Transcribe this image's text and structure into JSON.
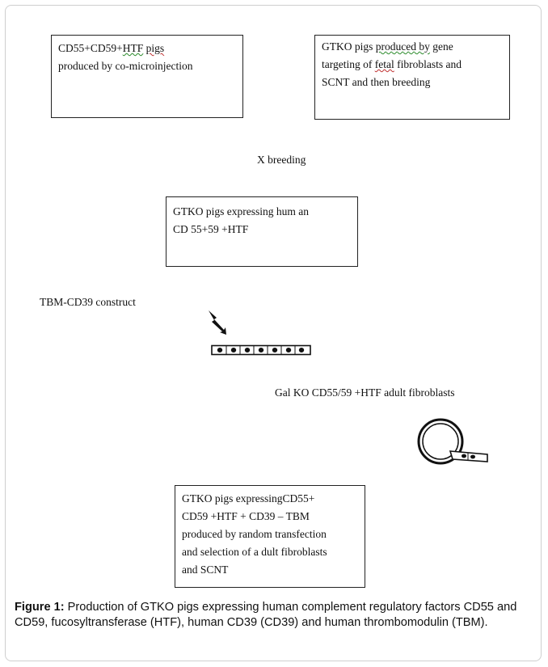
{
  "box1": {
    "line1_pre": "CD55+CD59+",
    "line1_htf": "HTF",
    "line1_pigs": "pigs",
    "line2": "produced by co-microinjection"
  },
  "box2": {
    "line1_pre": "GTKO pigs ",
    "line1_link": "produced by",
    "line1_post": " gene",
    "line2_pre": "targeting of ",
    "line2_fetal": "fetal",
    "line2_post": " fibroblasts and",
    "line3": "SCNT and then breeding"
  },
  "x_breeding": "X breeding",
  "box3": {
    "line1": "GTKO pigs expressing hum an",
    "line2": "CD 55+59 +HTF"
  },
  "construct_label": "TBM-CD39 construct",
  "fibroblasts_label": "Gal KO CD55/59 +HTF adult fibroblasts",
  "box4": {
    "line1": "GTKO pigs expressingCD55+",
    "line2": "CD59 +HTF + CD39 – TBM",
    "line3": "produced by random transfection",
    "line4": "and selection of a dult fibroblasts",
    "line5": "and SCNT"
  },
  "caption": {
    "bold": "Figure 1:",
    "text": "  Production of GTKO pigs expressing human complement regulatory factors CD55 and CD59, fucosyltransferase (HTF), human CD39 (CD39) and human thrombomodulin (TBM)."
  }
}
